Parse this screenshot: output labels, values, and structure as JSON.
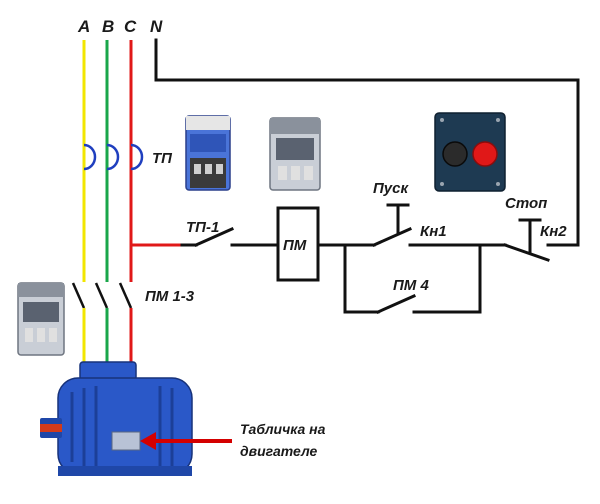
{
  "phases": {
    "a": "A",
    "b": "B",
    "c": "C",
    "n": "N"
  },
  "colors": {
    "phase_a": "#f2e600",
    "phase_b": "#1aa64a",
    "phase_c": "#e01818",
    "neutral": "#111111",
    "motor_body": "#2a58c8",
    "pointer": "#d40000"
  },
  "labels": {
    "thermal_relay": "ТП",
    "thermal_contact": "ТП-1",
    "starter_coil": "ПМ",
    "start_button": "Пуск",
    "start_button_contact": "Кн1",
    "stop_button": "Стоп",
    "stop_button_contact": "Кн2",
    "hold_contact": "ПМ 4",
    "main_contacts": "ПМ 1-3",
    "nameplate_line1": "Табличка на",
    "nameplate_line2": "двигателе"
  },
  "icons": {
    "thermal_relay_photo": "thermal-relay-device",
    "contactor_photo": "magnetic-starter-device",
    "pushbutton_photo": "pushbutton-station",
    "starter_photo": "magnetic-starter-small",
    "motor": "electric-motor"
  }
}
